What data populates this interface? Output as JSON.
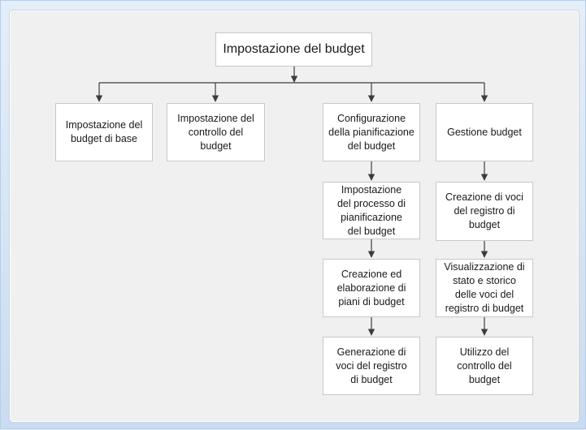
{
  "diagram": {
    "root": {
      "label": "Impostazione del budget"
    },
    "branches": [
      {
        "label": "Impostazione del\nbudget di base",
        "children": []
      },
      {
        "label": "Impostazione del\ncontrollo del\nbudget",
        "children": []
      },
      {
        "label": "Configurazione\ndella pianificazione\ndel budget",
        "children": [
          {
            "label": "Impostazione\ndel processo di\npianificazione\ndel budget"
          },
          {
            "label": "Creazione ed\nelaborazione di\npiani di budget"
          },
          {
            "label": "Generazione di\nvoci del registro\ndi budget"
          }
        ]
      },
      {
        "label": "Gestione budget",
        "children": [
          {
            "label": "Creazione di voci\ndel registro di\nbudget"
          },
          {
            "label": "Visualizzazione di\nstato e storico\ndelle voci del\nregistro di budget"
          },
          {
            "label": "Utilizzo del\ncontrollo del\nbudget"
          }
        ]
      }
    ]
  },
  "colors": {
    "canvas": "#f0f0f0",
    "box_fill": "#ffffff",
    "box_border": "#c8c8c8",
    "connector": "#3c3c3c"
  }
}
